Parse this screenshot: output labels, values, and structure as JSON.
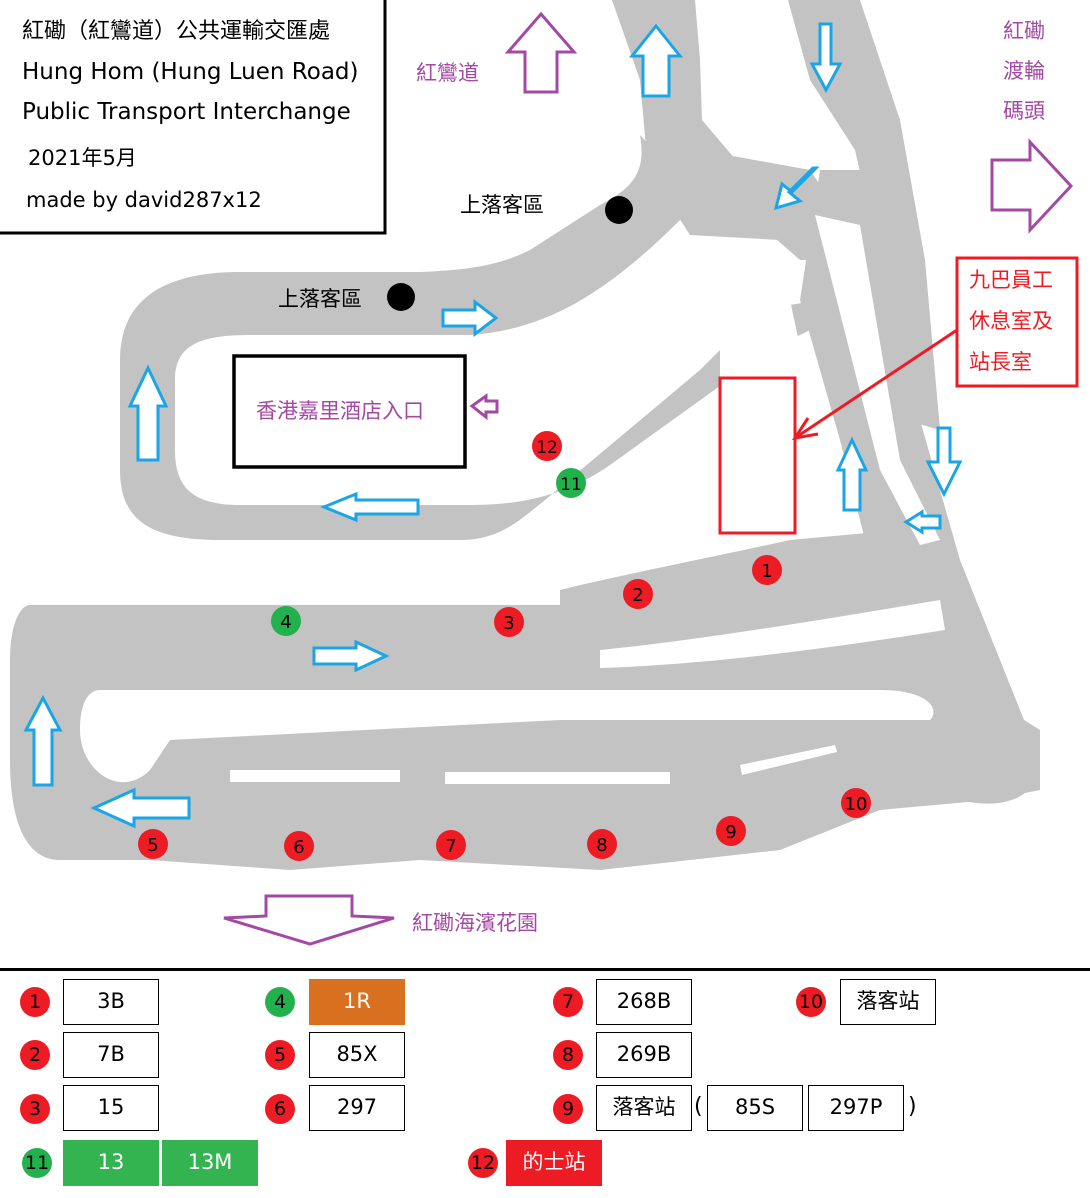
{
  "title_box": {
    "line1": "紅磡（紅鸞道）公共運輸交匯處",
    "line2": "Hung Hom (Hung Luen Road)",
    "line3": "Public Transport Interchange",
    "date": "2021年5月",
    "author": "made by david287x12"
  },
  "directions": {
    "hung_luen_road": "紅鸞道",
    "ferry_pier": [
      "紅磡",
      "渡輪",
      "碼頭"
    ],
    "harbourfront": "紅磡海濱花園"
  },
  "labels": {
    "set_down_1": "上落客區",
    "set_down_2": "上落客區",
    "hotel_entrance": "香港嘉里酒店入口",
    "kmb_room": [
      "九巴員工",
      "休息室及",
      "站長室"
    ]
  },
  "stop_markers": [
    "1",
    "2",
    "3",
    "4",
    "5",
    "6",
    "7",
    "8",
    "9",
    "10",
    "11",
    "12"
  ],
  "legend": {
    "r1": {
      "num": "1",
      "route": "3B"
    },
    "r2": {
      "num": "2",
      "route": "7B"
    },
    "r3": {
      "num": "3",
      "route": "15"
    },
    "r4": {
      "num": "4",
      "route": "1R"
    },
    "r5": {
      "num": "5",
      "route": "85X"
    },
    "r6": {
      "num": "6",
      "route": "297"
    },
    "r7": {
      "num": "7",
      "route": "268B"
    },
    "r8": {
      "num": "8",
      "route": "269B"
    },
    "r9": {
      "num": "9",
      "route": "落客站",
      "extra": [
        "85S",
        "297P"
      ],
      "open": "(",
      "close": ")"
    },
    "r10": {
      "num": "10",
      "route": "落客站"
    },
    "r11": {
      "num": "11",
      "routes": [
        "13",
        "13M"
      ]
    },
    "r12": {
      "num": "12",
      "route": "的士站"
    }
  },
  "colors": {
    "road": "#c3c3c3",
    "arrow_blue": "#1aa6e6",
    "arrow_purple": "#a349a4",
    "stop_red": "#ed1c24",
    "stop_green": "#22b14c",
    "minibus_orange": "#d9701f",
    "highlight_red": "#ed1c24"
  }
}
